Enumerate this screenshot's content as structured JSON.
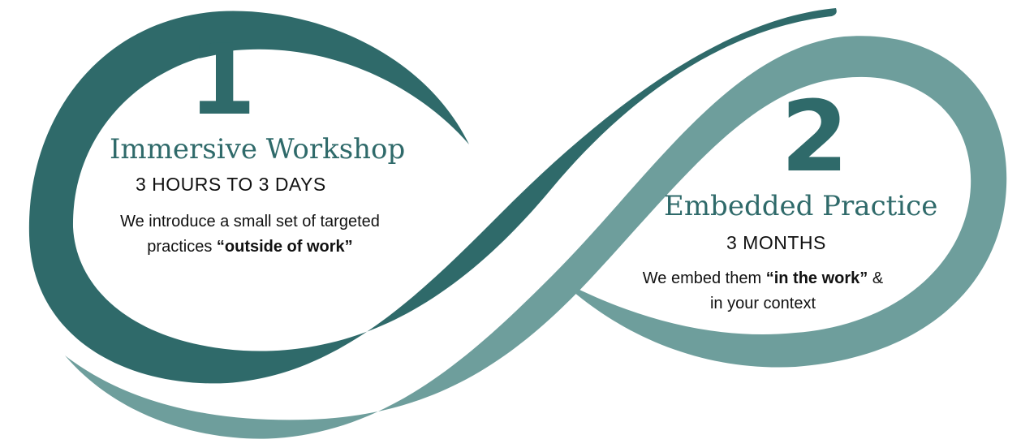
{
  "colors": {
    "dark_teal": "#2f6a6a",
    "light_teal": "#6e9e9c"
  },
  "step1": {
    "number": "1",
    "title": "Immersive  Workshop",
    "duration": "3 HOURS TO 3 DAYS",
    "body_line1": "We introduce a small set of targeted",
    "body_line2_prefix": "practices ",
    "body_line2_bold": "“outside of work”"
  },
  "step2": {
    "number": "2",
    "title": "Embedded Practice",
    "duration": "3 MONTHS",
    "body_line1_prefix": "We embed them ",
    "body_line1_bold": "“in the work”",
    "body_line1_suffix": " &",
    "body_line2": "in your context"
  }
}
